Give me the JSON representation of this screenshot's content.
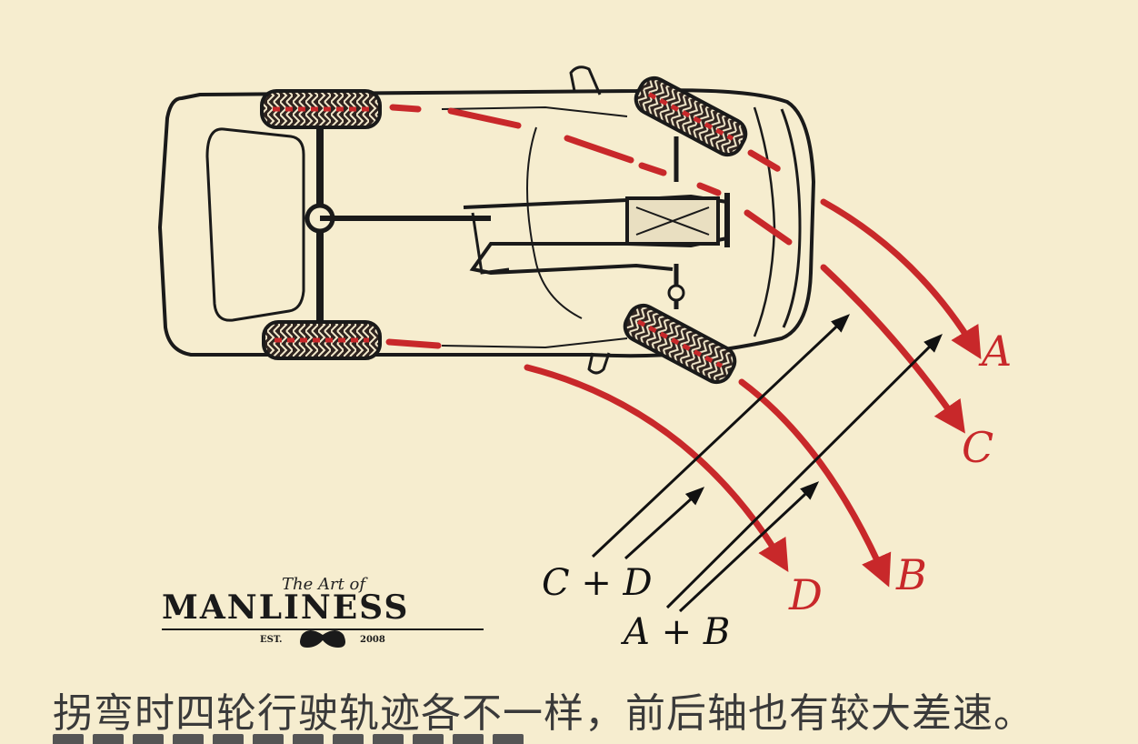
{
  "labels": {
    "A": "A",
    "B": "B",
    "C": "C",
    "D": "D",
    "CD": "C + D",
    "AB": "A + B"
  },
  "logo": {
    "script": "The Art of",
    "word": "MANLINESS",
    "est_left": "EST.",
    "est_right": "2008"
  },
  "caption": "拐弯时四轮行驶轨迹各不一样，前后轴也有较大差速。",
  "colors": {
    "background": "#f6edcf",
    "track": "#c8282a",
    "ink": "#1a1a1a",
    "tire_fill": "#3a2a22"
  }
}
